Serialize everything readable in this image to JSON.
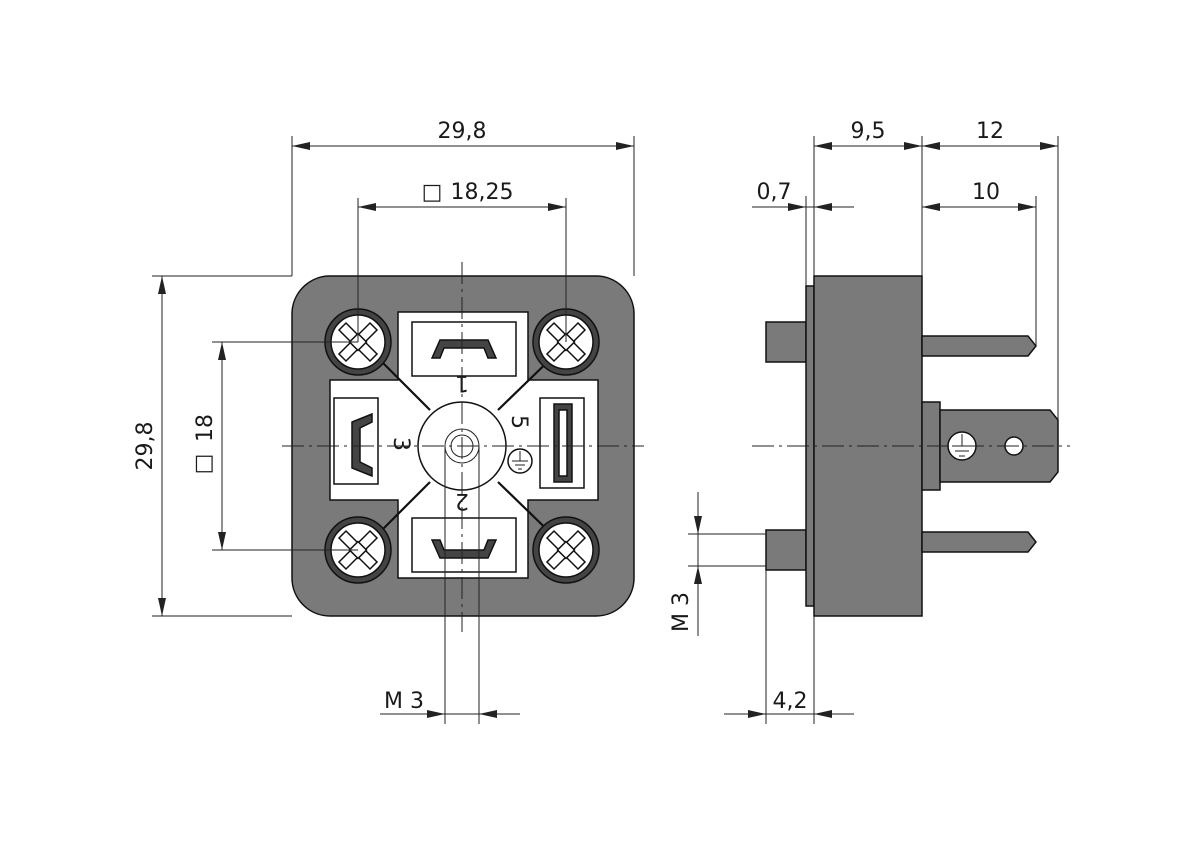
{
  "front_view": {
    "width_label": "29,8",
    "height_label": "29,8",
    "screw_spacing_h_label": "18,25",
    "screw_spacing_v_label": "18",
    "square_symbol": "□",
    "thread_label": "M 3",
    "pin_labels": [
      "1",
      "2",
      "3"
    ],
    "earth_label": "5"
  },
  "side_view": {
    "body_depth_label": "9,5",
    "pin_length_label": "12",
    "flange_label": "0,7",
    "blade_length_label": "10",
    "stud_length_label": "4,2",
    "thread_label": "M 3"
  }
}
